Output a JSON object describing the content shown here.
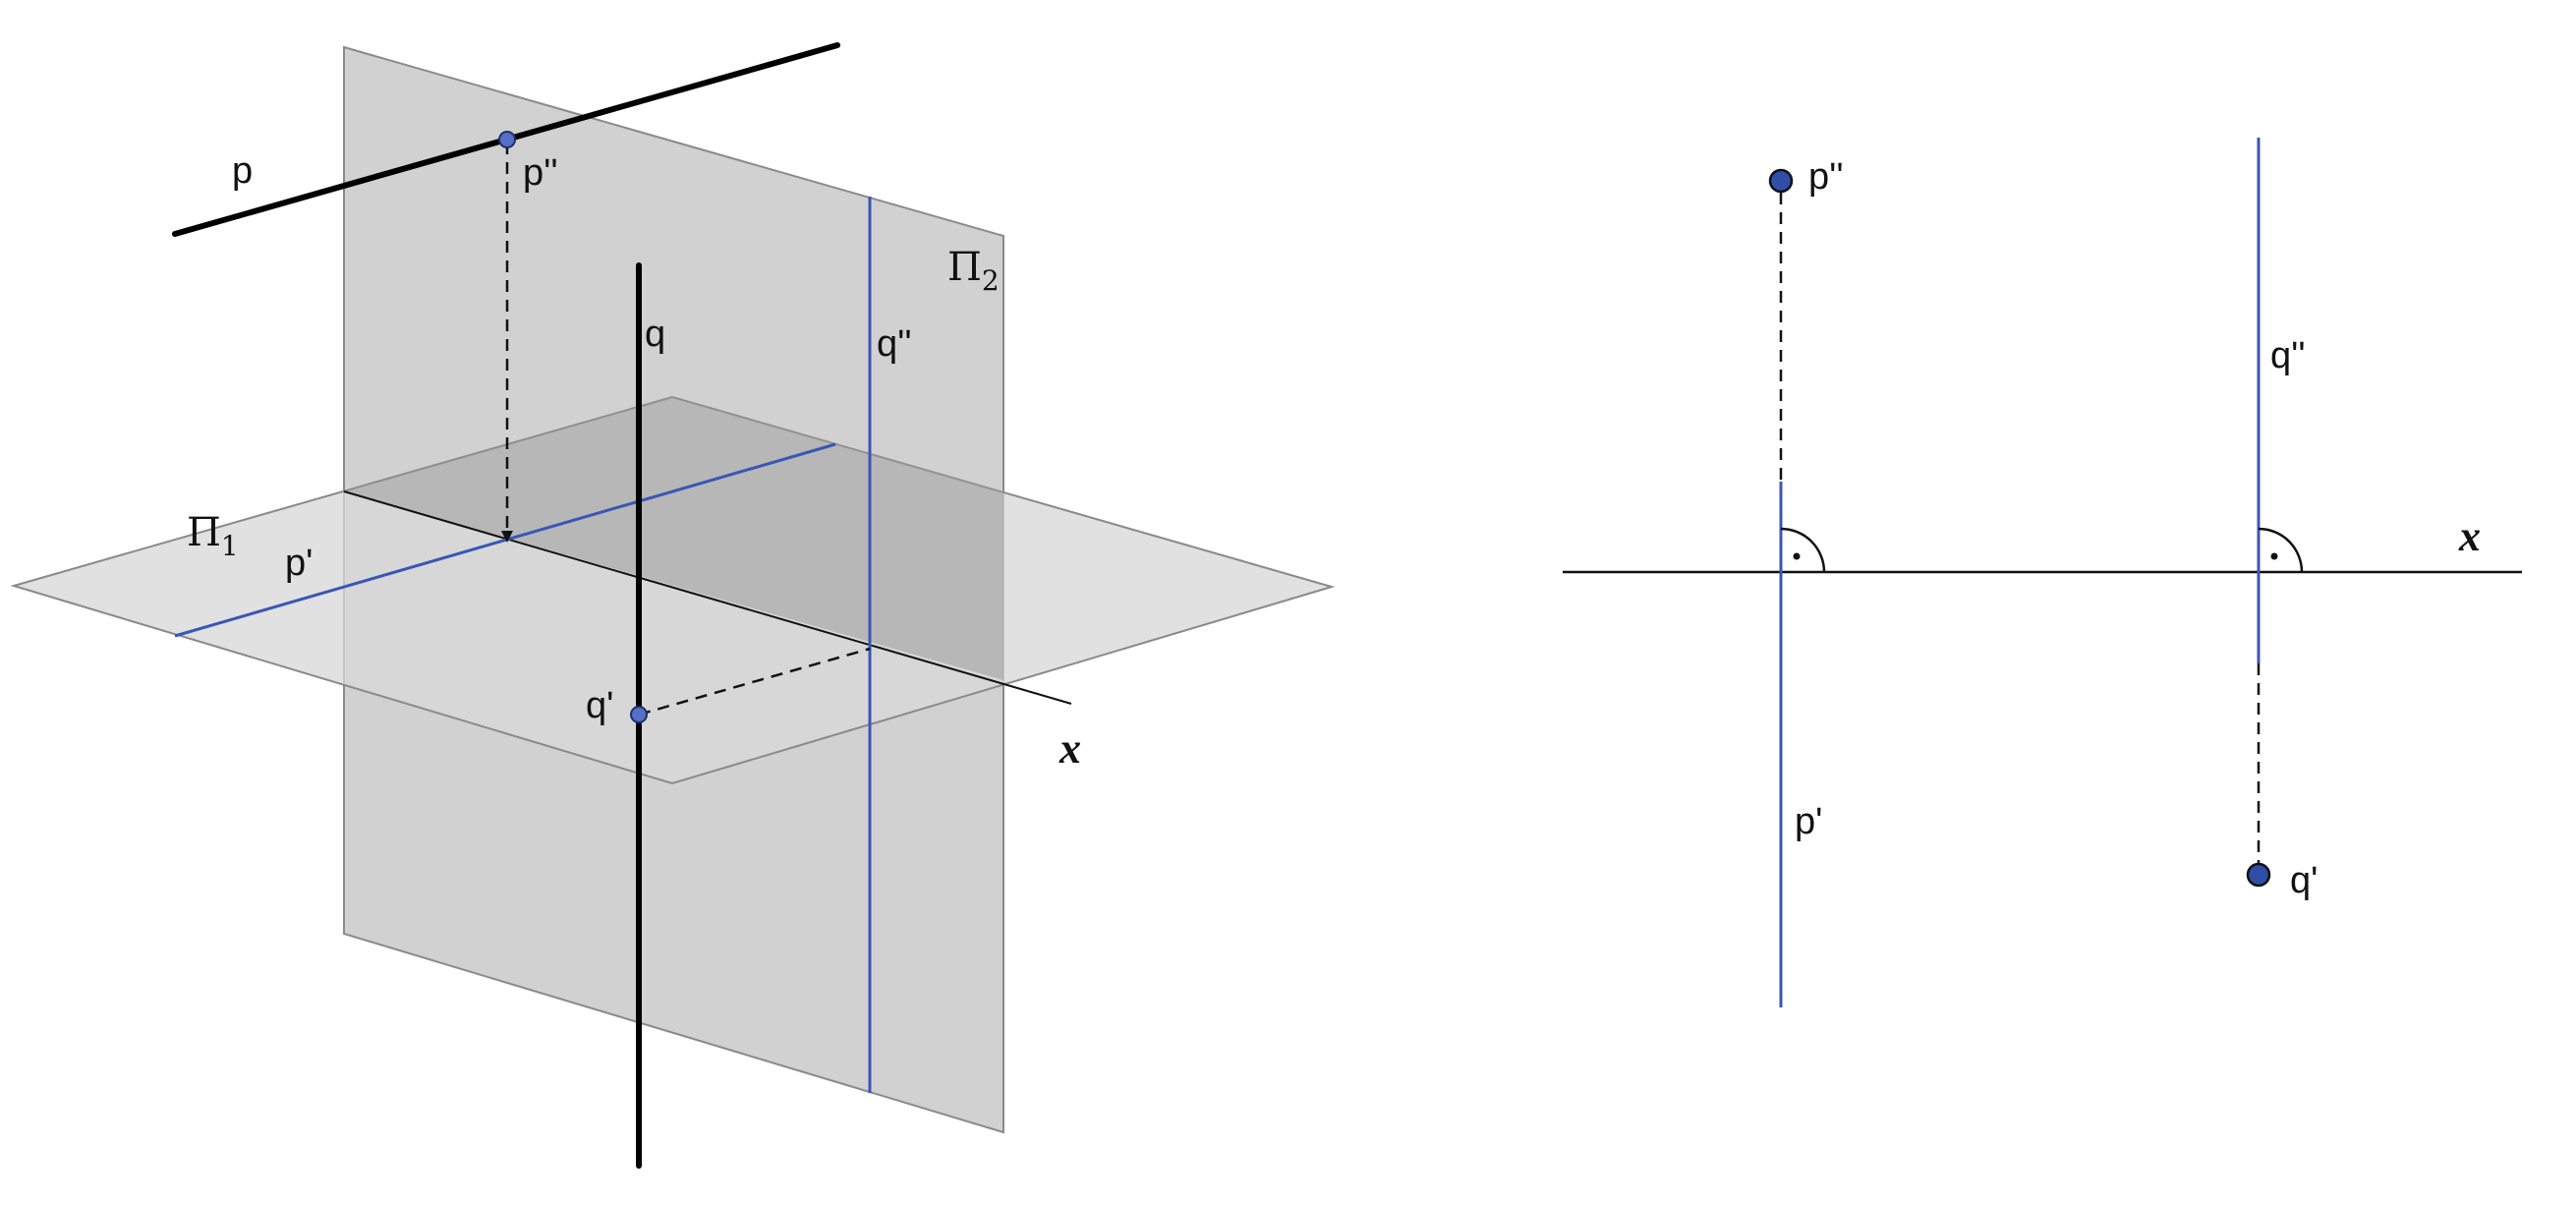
{
  "colors": {
    "projection_line": "#3a56b5",
    "line": "#000000",
    "point_fill": "#2f4ea8",
    "plane_vertical": "#c9c9c9",
    "plane_horizontal": "#d7d7d7",
    "plane_overlap": "#b3b3b3",
    "plane_edge": "#8a8a8a"
  },
  "left_view": {
    "line_p": "p",
    "line_q": "q",
    "point_p2": "p''",
    "point_p1": "p'",
    "point_q2": "q''",
    "point_q1": "q'",
    "plane_1": {
      "letter": "Π",
      "sub": "1"
    },
    "plane_2": {
      "letter": "Π",
      "sub": "2"
    },
    "axis": "x"
  },
  "right_view": {
    "point_p2": "p''",
    "point_p1": "p'",
    "point_q2": "q''",
    "point_q1": "q'",
    "axis": "x"
  }
}
